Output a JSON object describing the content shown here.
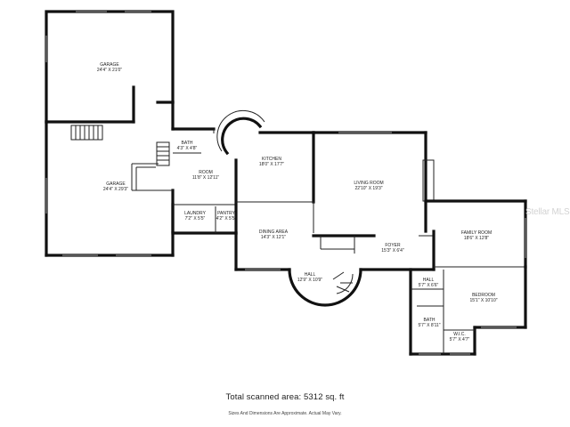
{
  "rooms": [
    {
      "name": "GARAGE",
      "dims": "24'4\" X 21'0\""
    },
    {
      "name": "GARAGE",
      "dims": "24'4\" X 29'3\""
    },
    {
      "name": "BATH",
      "dims": "4'3\" X 4'8\""
    },
    {
      "name": "ROOM",
      "dims": "11'8\" X 12'11\""
    },
    {
      "name": "KITCHEN",
      "dims": "18'0\" X 17'7\""
    },
    {
      "name": "LIVING ROOM",
      "dims": "22'10\" X 19'3\""
    },
    {
      "name": "FAMILY ROOM",
      "dims": "18'6\" X 12'8\""
    },
    {
      "name": "LAUNDRY",
      "dims": "7'2\" X 5'5\""
    },
    {
      "name": "PANTRY",
      "dims": "4'2\" X 5'5\""
    },
    {
      "name": "DINING AREA",
      "dims": "14'3\" X 12'1\""
    },
    {
      "name": "FOYER",
      "dims": "15'3\" X 6'4\""
    },
    {
      "name": "HALL",
      "dims": "12'9\" X 10'9\""
    },
    {
      "name": "HALL",
      "dims": "5'7\" X 6'6\""
    },
    {
      "name": "BEDROOM",
      "dims": "15'1\" X 10'10\""
    },
    {
      "name": "BATH",
      "dims": "5'7\" X 8'11\""
    },
    {
      "name": "W.I.C.",
      "dims": "5'7\" X 4'7\""
    }
  ],
  "total_area": "Total scanned area: 5312 sq. ft",
  "disclaimer": "Sizes And Dimensions Are Approximate. Actual May Vary.",
  "watermark": "Stellar MLS",
  "colors": {
    "walls": "#111111",
    "windows": "#9a9a9a",
    "watermark": "#d3d3d3"
  }
}
